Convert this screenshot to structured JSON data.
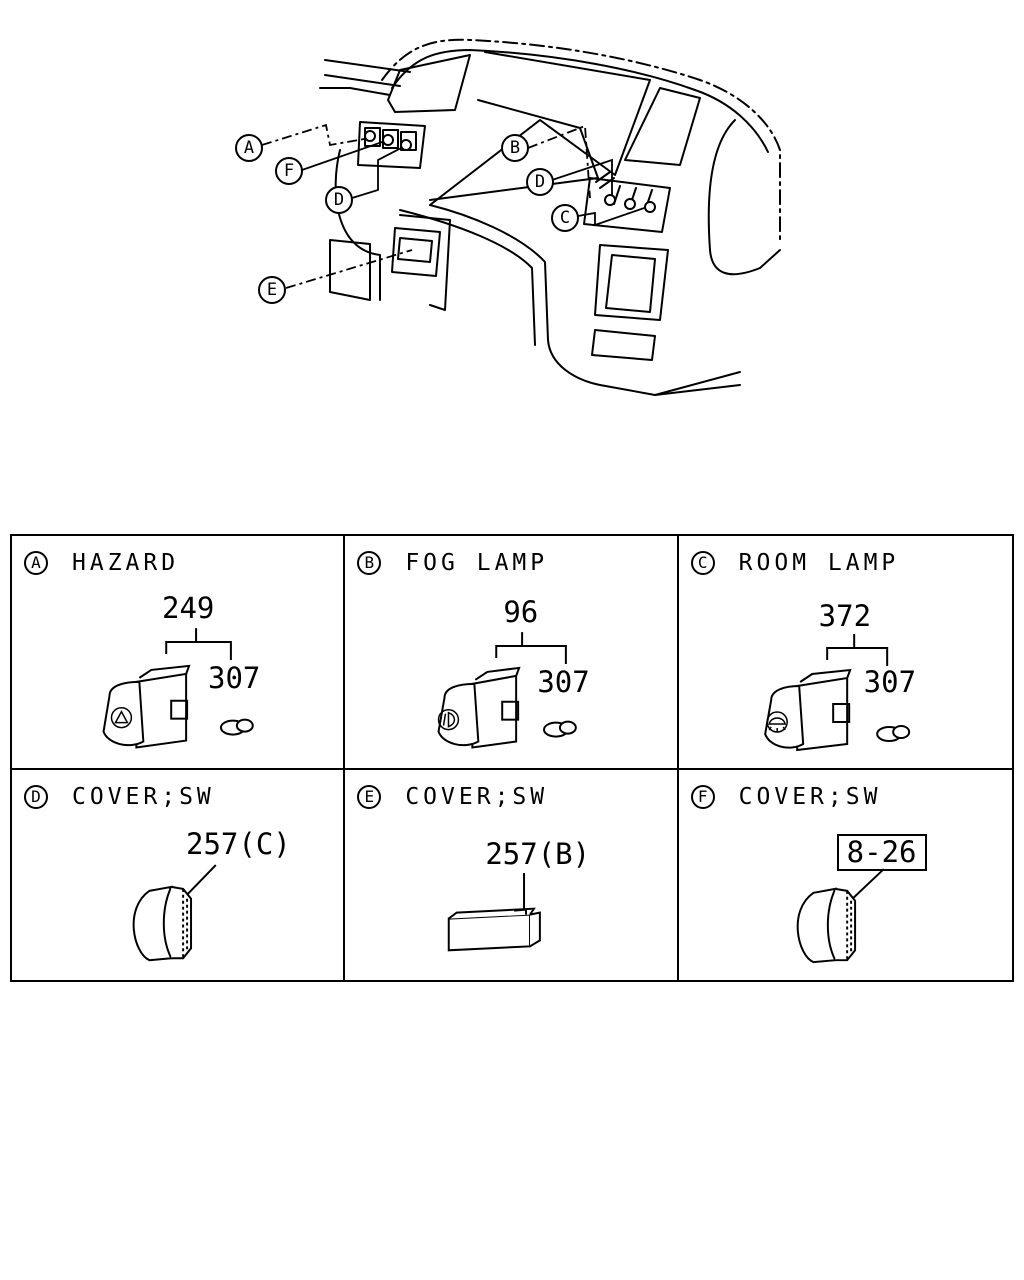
{
  "overview": {
    "callouts": [
      "A",
      "F",
      "D",
      "E",
      "B",
      "D",
      "C"
    ]
  },
  "cells": [
    {
      "letter": "A",
      "title": "HAZARD",
      "parts": [
        "249",
        "307"
      ],
      "icon": "hazard-triangle-icon"
    },
    {
      "letter": "B",
      "title": "FOG LAMP",
      "parts": [
        "96",
        "307"
      ],
      "icon": "fog-lamp-icon"
    },
    {
      "letter": "C",
      "title": "ROOM LAMP",
      "parts": [
        "372",
        "307"
      ],
      "icon": "room-lamp-icon"
    },
    {
      "letter": "D",
      "title": "COVER;SW",
      "parts": [
        "257(C)"
      ],
      "icon": "switch-cover-icon"
    },
    {
      "letter": "E",
      "title": "COVER;SW",
      "parts": [
        "257(B)"
      ],
      "icon": "blank-cover-icon"
    },
    {
      "letter": "F",
      "title": "COVER;SW",
      "parts": [
        "8-26"
      ],
      "icon": "switch-cover-icon"
    }
  ]
}
